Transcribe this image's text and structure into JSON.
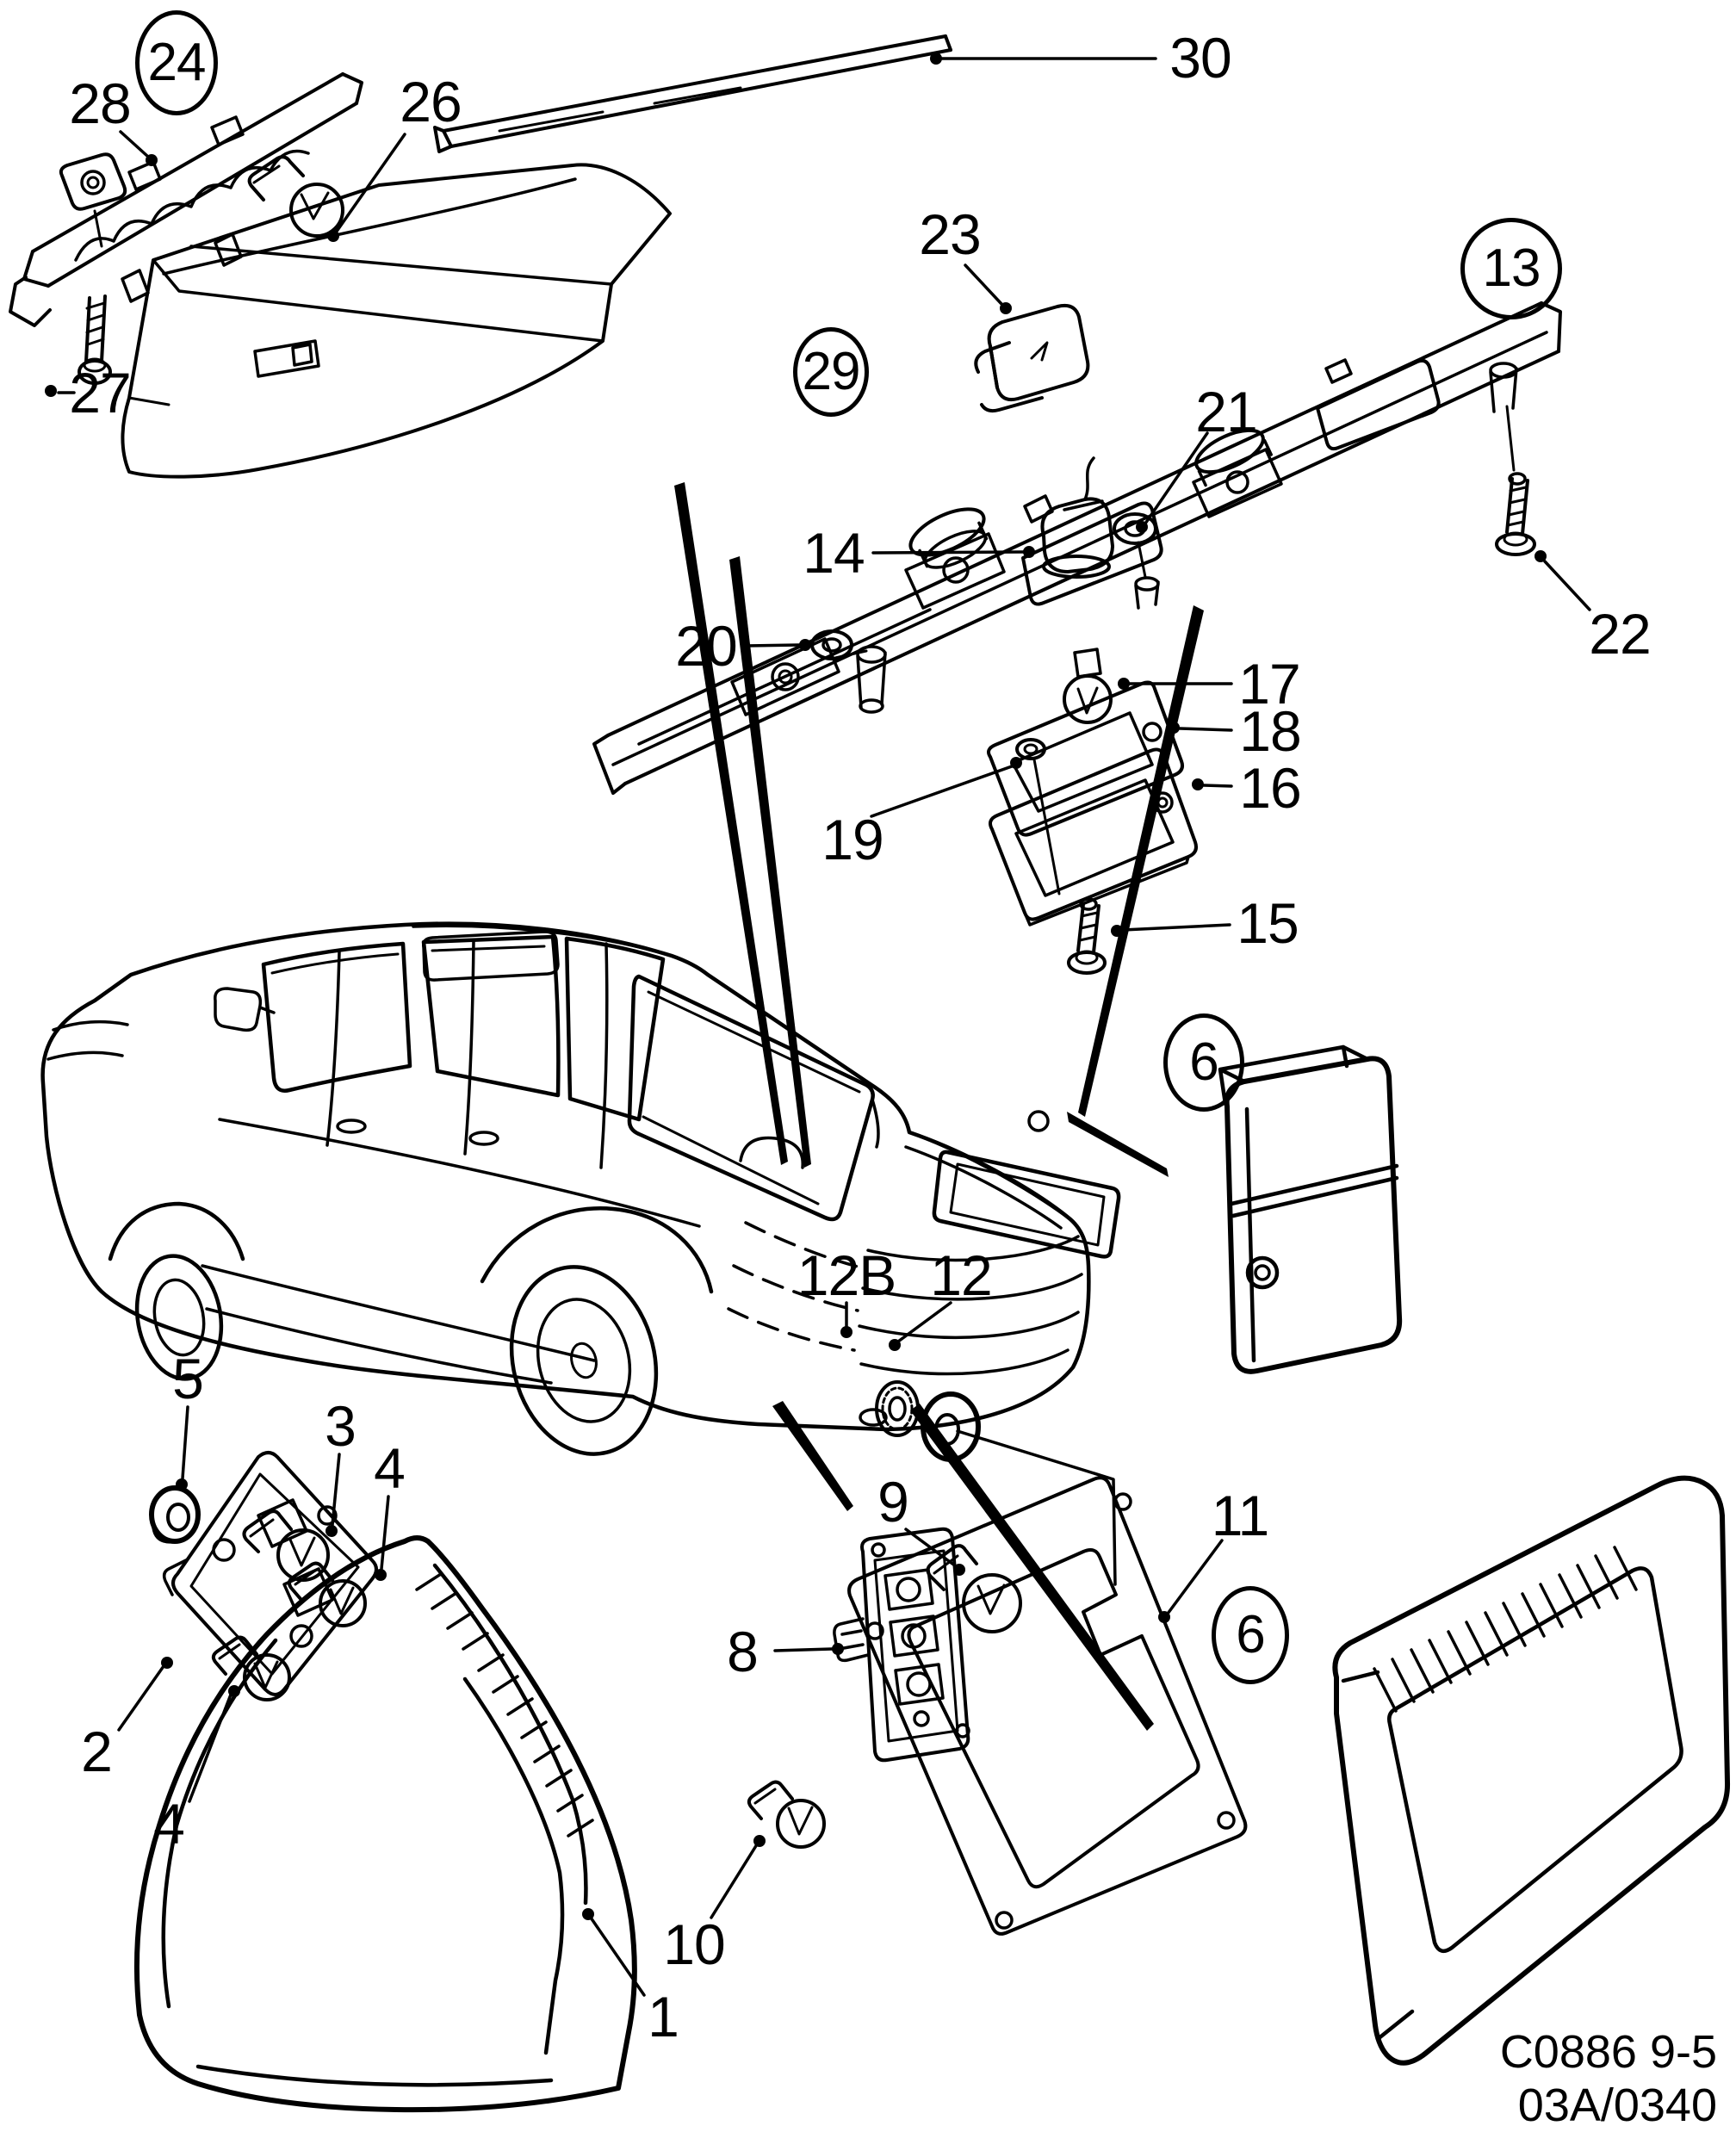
{
  "diagram": {
    "description": "Exploded parts line diagram of rear lighting (tail lamps, license plate lamps, third brake light) on a Saab 9-5 sedan",
    "colors": {
      "ink": "#000000",
      "paper": "#ffffff"
    },
    "footer": {
      "drawing_number": "C0886 9-5",
      "revision": "03A/0340"
    },
    "callouts": [
      {
        "id": "28",
        "label": "28",
        "circled": false
      },
      {
        "id": "24",
        "label": "24",
        "circled": true
      },
      {
        "id": "26",
        "label": "26",
        "circled": false
      },
      {
        "id": "27",
        "label": "27",
        "circled": false
      },
      {
        "id": "30",
        "label": "30",
        "circled": false
      },
      {
        "id": "29",
        "label": "29",
        "circled": true
      },
      {
        "id": "23",
        "label": "23",
        "circled": false
      },
      {
        "id": "13",
        "label": "13",
        "circled": true
      },
      {
        "id": "21",
        "label": "21",
        "circled": false
      },
      {
        "id": "22",
        "label": "22",
        "circled": false
      },
      {
        "id": "14",
        "label": "14",
        "circled": false
      },
      {
        "id": "20",
        "label": "20",
        "circled": false
      },
      {
        "id": "17",
        "label": "17",
        "circled": false
      },
      {
        "id": "18",
        "label": "18",
        "circled": false
      },
      {
        "id": "16",
        "label": "16",
        "circled": false
      },
      {
        "id": "19",
        "label": "19",
        "circled": false
      },
      {
        "id": "15",
        "label": "15",
        "circled": false
      },
      {
        "id": "12B",
        "label": "12B",
        "circled": false
      },
      {
        "id": "12",
        "label": "12",
        "circled": false
      },
      {
        "id": "9",
        "label": "9",
        "circled": false
      },
      {
        "id": "8",
        "label": "8",
        "circled": false
      },
      {
        "id": "11",
        "label": "11",
        "circled": false
      },
      {
        "id": "6-upper",
        "label": "6",
        "circled": true
      },
      {
        "id": "6-lower",
        "label": "6",
        "circled": true
      },
      {
        "id": "10",
        "label": "10",
        "circled": false
      },
      {
        "id": "1",
        "label": "1",
        "circled": false
      },
      {
        "id": "5",
        "label": "5",
        "circled": false
      },
      {
        "id": "3",
        "label": "3",
        "circled": false
      },
      {
        "id": "4-upper",
        "label": "4",
        "circled": false
      },
      {
        "id": "2",
        "label": "2",
        "circled": false
      },
      {
        "id": "4-lower",
        "label": "4",
        "circled": false
      }
    ]
  }
}
